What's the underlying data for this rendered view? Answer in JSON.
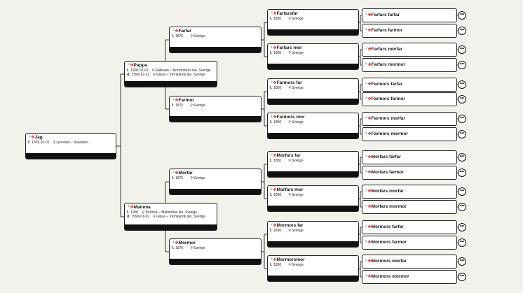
{
  "icons": {
    "male": "♂",
    "female": "♀",
    "extra": "✤",
    "place": "⚲",
    "toolbar": [
      "✤",
      "⚇",
      "⁝",
      "✥"
    ]
  },
  "colors": {
    "accent": "#c62828",
    "line": "#333333"
  },
  "more_label": "•••",
  "jag": {
    "name": "Jag",
    "gender": "female",
    "born_label": "f.",
    "born_date": "1925-01-01",
    "born_place": "Lyrestad – Skarabor..."
  },
  "parents": [
    {
      "name": "Pappa",
      "gender": "male",
      "born_label": "f.",
      "born_date": "1900-02-02",
      "born_place": "Gällivare – Norrbottens län, Sverige",
      "died_label": "d.",
      "died_date": "1999-12-31",
      "died_place": "Glava – Värmlands län, Sverige"
    },
    {
      "name": "Mamma",
      "gender": "female",
      "born_label": "f.",
      "born_date": "1900",
      "born_place": "Torrlösa – Malmöhus län, Sverige",
      "died_label": "d.",
      "died_date": "1999-01-02",
      "died_place": "Glava – Värmlands län, Sverige"
    }
  ],
  "grandparents": [
    {
      "name": "Farfar",
      "gender": "male",
      "born_label": "f.",
      "born_date": "1875",
      "born_place": "Sverige"
    },
    {
      "name": "Farmor",
      "gender": "female",
      "born_label": "f.",
      "born_date": "1875",
      "born_place": "Sverige"
    },
    {
      "name": "Morfar",
      "gender": "male",
      "born_label": "f.",
      "born_date": "1875",
      "born_place": "Sverige"
    },
    {
      "name": "Mormor",
      "gender": "female",
      "born_label": "f.",
      "born_date": "1875",
      "born_place": "Sverige"
    }
  ],
  "great_grandparents": [
    {
      "name": "Farfarsfar",
      "gender": "male",
      "born_label": "f.",
      "born_date": "1850",
      "born_place": "Sverige"
    },
    {
      "name": "Farfars mor",
      "gender": "female",
      "born_label": "f.",
      "born_date": "1850",
      "born_place": "Sverige"
    },
    {
      "name": "Farmors far",
      "gender": "male",
      "born_label": "f.",
      "born_date": "1850",
      "born_place": "Sverige"
    },
    {
      "name": "Farmors mor",
      "gender": "female",
      "born_label": "f.",
      "born_date": "1850",
      "born_place": "Sverige"
    },
    {
      "name": "Morfars far",
      "gender": "male",
      "born_label": "f.",
      "born_date": "1850",
      "born_place": "Sverige"
    },
    {
      "name": "Morfars mor",
      "gender": "female",
      "born_label": "f.",
      "born_date": "1850",
      "born_place": "Sverige"
    },
    {
      "name": "Mormors far",
      "gender": "male",
      "born_label": "f.",
      "born_date": "1850",
      "born_place": "Sverige"
    },
    {
      "name": "Mormorsmor",
      "gender": "female",
      "born_label": "f.",
      "born_date": "1850",
      "born_place": "Sverige"
    }
  ],
  "gen4": [
    {
      "name": "Farfars farfar",
      "gender": "male"
    },
    {
      "name": "Farfars farmor",
      "gender": "female"
    },
    {
      "name": "Farfars morfar",
      "gender": "male"
    },
    {
      "name": "Farfars mormor",
      "gender": "female"
    },
    {
      "name": "Farmors farfar",
      "gender": "male"
    },
    {
      "name": "Farmors farmor",
      "gender": "female"
    },
    {
      "name": "Farmors morfar",
      "gender": "male"
    },
    {
      "name": "Farmors mormor",
      "gender": "female"
    },
    {
      "name": "Morfars farfar",
      "gender": "male"
    },
    {
      "name": "Morfars farmor",
      "gender": "female"
    },
    {
      "name": "Morfars morfar",
      "gender": "male"
    },
    {
      "name": "Morfars mormor",
      "gender": "female"
    },
    {
      "name": "Mormors farfar",
      "gender": "male"
    },
    {
      "name": "Mormors farmor",
      "gender": "female"
    },
    {
      "name": "Mormors morfar",
      "gender": "male"
    },
    {
      "name": "Mormors mormor",
      "gender": "female"
    }
  ]
}
